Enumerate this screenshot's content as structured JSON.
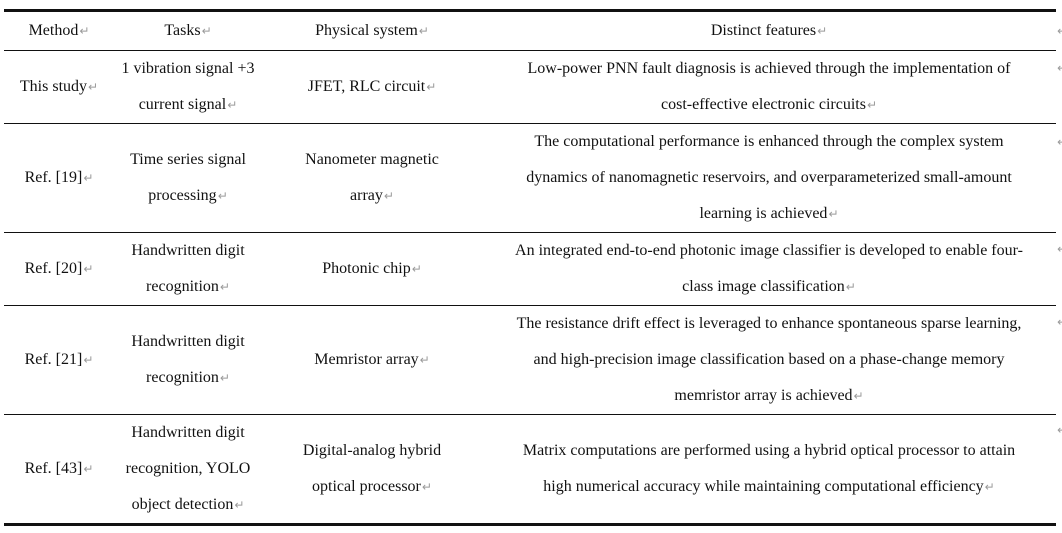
{
  "table": {
    "headers": [
      "Method",
      "Tasks",
      "Physical system",
      "Distinct features"
    ],
    "rows": [
      {
        "method": "This study",
        "tasks": [
          "1 vibration signal +3",
          "current signal"
        ],
        "system": [
          "JFET, RLC circuit"
        ],
        "features": [
          "Low-power PNN fault diagnosis is achieved through the implementation of",
          "cost-effective electronic circuits"
        ]
      },
      {
        "method": "Ref. [19]",
        "tasks": [
          "Time series signal",
          "processing"
        ],
        "system": [
          "Nanometer magnetic",
          "array"
        ],
        "features": [
          "The computational performance is enhanced through the complex system",
          "dynamics of nanomagnetic reservoirs, and overparameterized small-amount",
          "learning is achieved"
        ]
      },
      {
        "method": "Ref. [20]",
        "tasks": [
          "Handwritten digit",
          "recognition"
        ],
        "system": [
          "Photonic chip"
        ],
        "features": [
          "An integrated end-to-end photonic image classifier is developed to enable four-",
          "class image classification"
        ]
      },
      {
        "method": "Ref. [21]",
        "tasks": [
          "Handwritten digit",
          "recognition"
        ],
        "system": [
          "Memristor array"
        ],
        "features": [
          "The resistance drift effect is leveraged to enhance spontaneous sparse learning,",
          "and high-precision image classification based on a phase-change memory",
          "memristor array is achieved"
        ]
      },
      {
        "method": "Ref. [43]",
        "tasks": [
          "Handwritten digit",
          "recognition, YOLO",
          "object detection"
        ],
        "system": [
          "Digital-analog hybrid",
          "optical processor"
        ],
        "features": [
          "Matrix computations are performed using a hybrid optical processor to attain",
          "high numerical accuracy while maintaining computational efficiency"
        ]
      }
    ]
  },
  "paragraph_mark": "↵"
}
